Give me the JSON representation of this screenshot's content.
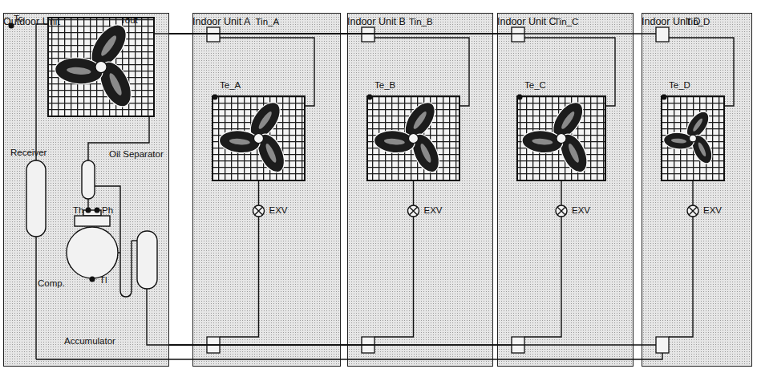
{
  "diagram": {
    "nodes": [
      {
        "text": [
          "Outdoor Unit"
        ]
      },
      {
        "text": [
          "Indoor Unit A"
        ]
      },
      {
        "text": [
          "Indoor Unit B"
        ]
      },
      {
        "text": [
          "Indoor Unit C"
        ]
      },
      {
        "text": [
          "Indoor Unit D"
        ]
      }
    ],
    "edges": [
      {
        "from": 0,
        "to": 1,
        "arrow": "none"
      },
      {
        "from": 0,
        "to": 2,
        "arrow": "none"
      },
      {
        "from": 0,
        "to": 3,
        "arrow": "none"
      },
      {
        "from": 0,
        "to": 4,
        "arrow": "none"
      },
      {
        "from": 0,
        "to": 1,
        "arrow": "none"
      },
      {
        "from": 0,
        "to": 2,
        "arrow": "none"
      },
      {
        "from": 0,
        "to": 3,
        "arrow": "none"
      },
      {
        "from": 0,
        "to": 4,
        "arrow": "none"
      }
    ],
    "labels": [
      "Tc",
      "Tout",
      "Receiver",
      "Oil Separator",
      "Th",
      "Ph",
      "Comp.",
      "Tl",
      "Accumulator",
      "Tin_A",
      "Te_A",
      "EXV",
      "Tin_B",
      "Te_B",
      "EXV",
      "Tin_C",
      "Te_C",
      "EXV",
      "Tin_D",
      "Te_D",
      "EXV"
    ]
  }
}
